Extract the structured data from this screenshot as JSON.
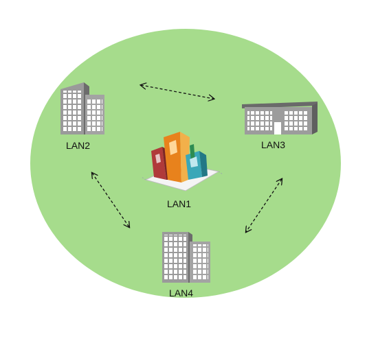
{
  "diagram": {
    "colors": {
      "network_area": "#a6dc8c",
      "building_gray": "#8c8c8c",
      "building_dark": "#5a5a5a",
      "window": "#ffffff",
      "arrow": "#111111"
    },
    "nodes": [
      {
        "id": "lan1",
        "label": "LAN1",
        "icon": "colorful-city-icon"
      },
      {
        "id": "lan2",
        "label": "LAN2",
        "icon": "office-towers-icon"
      },
      {
        "id": "lan3",
        "label": "LAN3",
        "icon": "low-office-building-icon"
      },
      {
        "id": "lan4",
        "label": "LAN4",
        "icon": "office-towers-icon"
      }
    ],
    "connections": [
      {
        "from": "lan2",
        "to": "lan3",
        "style": "dashed-bidirectional"
      },
      {
        "from": "lan2",
        "to": "lan4",
        "style": "dashed-bidirectional"
      },
      {
        "from": "lan3",
        "to": "lan4",
        "style": "dashed-bidirectional"
      }
    ]
  }
}
